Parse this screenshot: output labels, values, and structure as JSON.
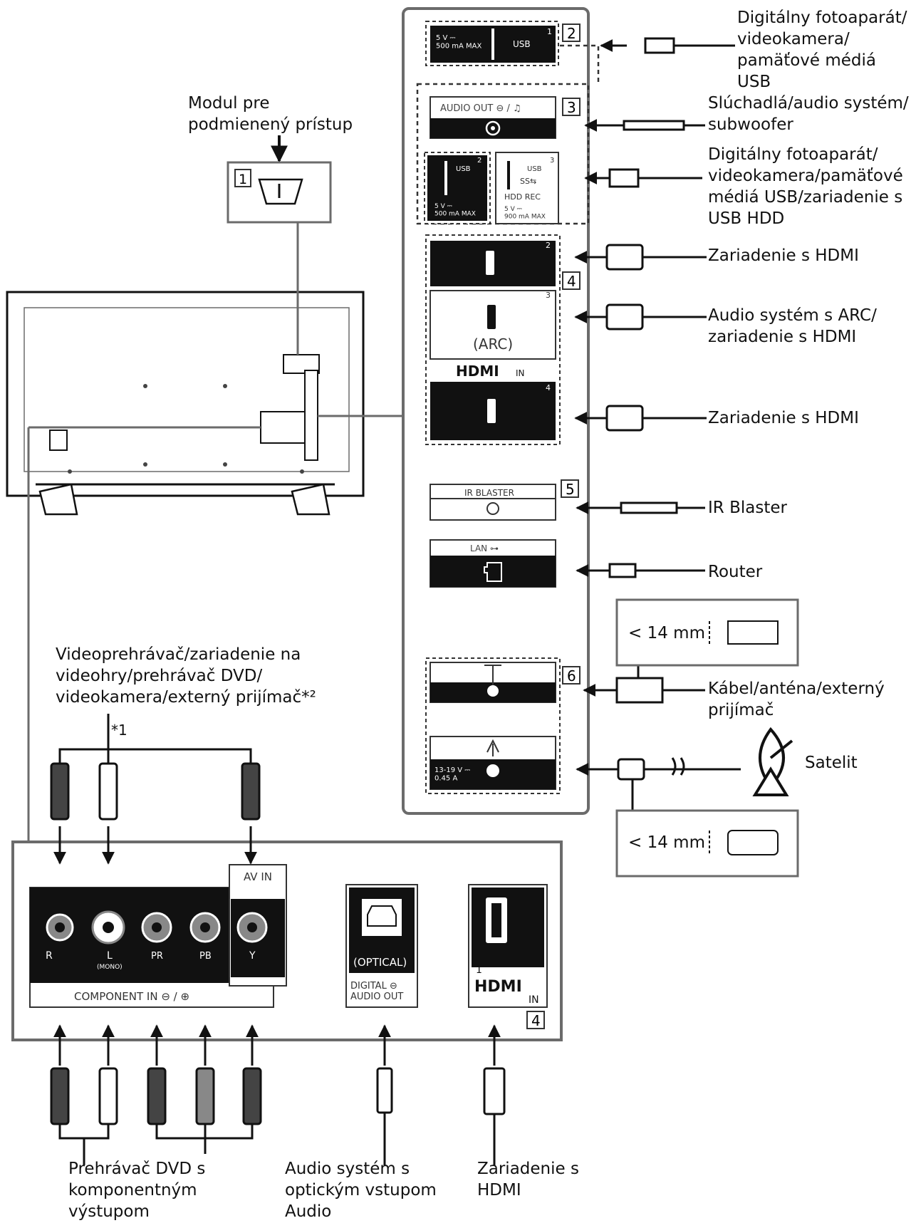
{
  "labels": {
    "usb_cam_top": "Digitálny fotoaparát/\nvideokamera/\npamäťové médiá USB",
    "headphones": "Slúchadlá/audio systém/\nsubwoofer",
    "usb_hdd": "Digitálny fotoaparát/\nvideokamera/pamäťové\nmédiá USB/zariadenie s\nUSB HDD",
    "hdmi_2": "Zariadenie s HDMI",
    "arc": "Audio systém s ARC/\nzariadenie s HDMI",
    "hdmi_4": "Zariadenie s HDMI",
    "ir_blaster": "IR Blaster",
    "router": "Router",
    "cable_ant": "Kábel/anténa/externý\nprijímač",
    "satelit": "Satelit",
    "cam_module": "Modul pre\npodmienený prístup",
    "video_player": "Videoprehrávač/zariadenie na\nvideohry/prehrávač DVD/\nvideokamera/externý prijímač*²",
    "dvd_component": "Prehrávač DVD s\nkomponentným\nvýstupom",
    "optical_audio": "Audio systém s\noptickým vstupom\nAudio",
    "hdmi_bottom": "Zariadenie s\nHDMI",
    "size_top": "< 14 mm",
    "size_bottom": "< 14 mm",
    "note_1": "*1"
  },
  "badges": {
    "b1": "1",
    "b2": "2",
    "b3": "3",
    "b4": "4",
    "b5": "5",
    "b6": "6",
    "b4_bottom": "4"
  },
  "ports": {
    "usb1_power": "5 V ⎓\n500 mA MAX",
    "usb1_label": "USB",
    "usb1_num": "1",
    "audio_out": "AUDIO OUT  ⊖ / ♫",
    "usb2_label": "USB",
    "usb2_power": "5 V ⎓\n500 mA MAX",
    "usb2_num": "2",
    "usb3_label": "USB",
    "usb3_ss": "SS⇆",
    "usb3_hdd": "HDD REC",
    "usb3_power": "5 V ⎓\n900 mA MAX",
    "usb3_num": "3",
    "hdmi2_num": "2",
    "hdmi3_num": "3",
    "hdmi4_num": "4",
    "arc": "(ARC)",
    "hdmi_logo": "HDMI",
    "hdmi_in": "IN",
    "ir_blaster": "IR BLASTER",
    "lan": "LAN  ⊶",
    "sat_power": "13-19 V ⎓\n0.45 A",
    "comp_r": "R",
    "comp_l": "L",
    "comp_mono": "(MONO)",
    "comp_pr": "PR",
    "comp_pb": "PB",
    "comp_y": "Y",
    "component_in": "COMPONENT IN  ⊖ / ⊕",
    "av_in": "AV IN",
    "optical": "(OPTICAL)",
    "digital_audio_out": "DIGITAL ⊖\nAUDIO OUT",
    "hdmi1_num": "1",
    "hdmi1_logo": "HDMI",
    "hdmi1_in": "IN"
  },
  "colors": {
    "line": "#1a1a1a",
    "panel_gray": "#6b6b6b",
    "port_black": "#111111",
    "dashed": "#333333",
    "background": "#ffffff"
  }
}
